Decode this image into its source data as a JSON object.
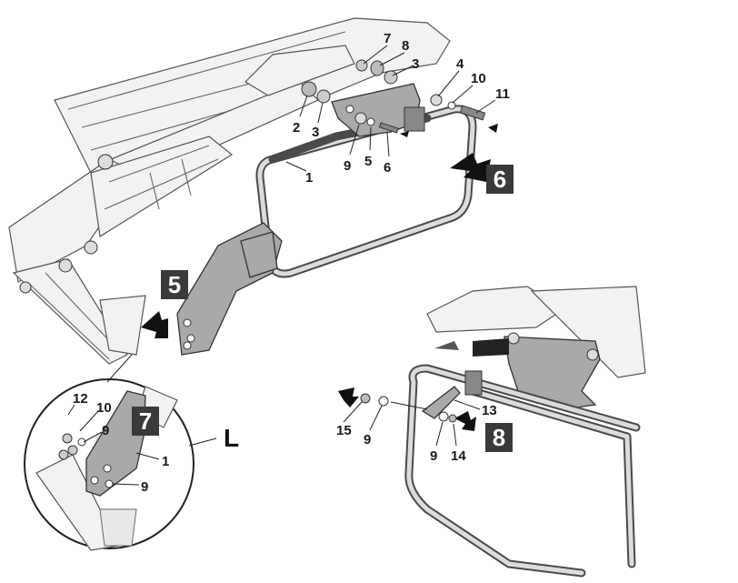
{
  "step_badges": {
    "five": "5",
    "six": "6",
    "seven": "7",
    "eight": "8"
  },
  "side_label": "L",
  "part_callouts_main": {
    "p1": "1",
    "p2": "2",
    "p3a": "3",
    "p3b": "3",
    "p4": "4",
    "p5": "5",
    "p6": "6",
    "p7": "7",
    "p8": "8",
    "p9": "9",
    "p10": "10",
    "p11": "11"
  },
  "part_callouts_detail_left": {
    "p12": "12",
    "p10": "10",
    "p9a": "9",
    "p1": "1",
    "p9b": "9"
  },
  "part_callouts_detail_right": {
    "p15": "15",
    "p9a": "9",
    "p13": "13",
    "p9b": "9",
    "p14": "14"
  },
  "colors": {
    "badge_fill": "#3a3a3a",
    "badge_text": "#ffffff",
    "plate_fill": "#a9a9a9",
    "tube_color": "#4a4a4a"
  }
}
